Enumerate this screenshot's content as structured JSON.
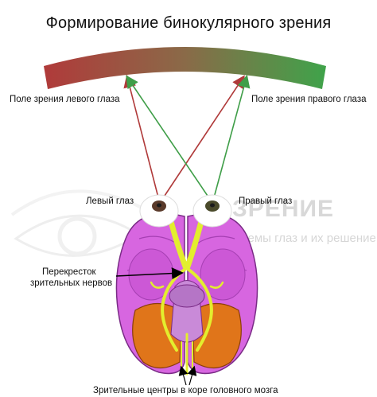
{
  "diagram": {
    "title": "Формирование бинокулярного зрения",
    "labels": {
      "left_field": "Поле зрения левого глаза",
      "right_field": "Поле зрения правого глаза",
      "left_eye": "Левый глаз",
      "right_eye": "Правый глаз",
      "chiasm_line1": "Перекресток",
      "chiasm_line2": "зрительных нервов",
      "visual_centers": "Зрительные центры в коре головного мозга"
    },
    "watermark": {
      "line1": "ЗРЕНИЕ",
      "line2": "проблемы глаз и их решение"
    },
    "colors": {
      "field_left": "#b03a3a",
      "field_right": "#3fa34a",
      "ray_left": "#b03a3a",
      "ray_right": "#3f9e48",
      "brain": "#d766e0",
      "occipital": "#e0751a",
      "nerves": "#e3ee2e"
    }
  }
}
